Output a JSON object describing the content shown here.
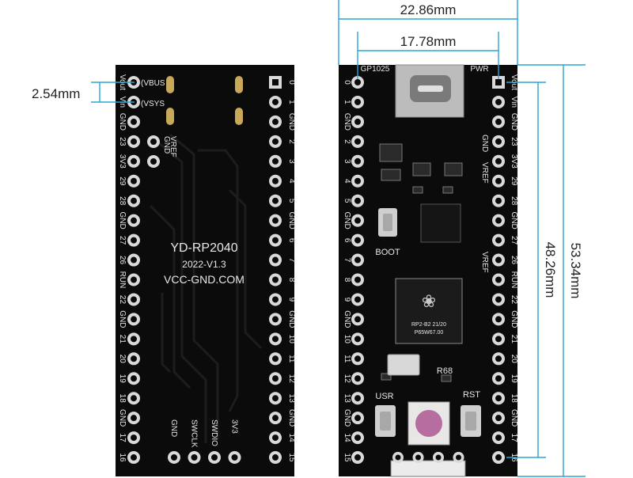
{
  "dimensions": {
    "pin_pitch": "2.54mm",
    "board_width": "22.86mm",
    "row_spacing": "17.78mm",
    "header_length": "48.26mm",
    "board_length": "53.34mm"
  },
  "back": {
    "title": "YD-RP2040",
    "version": "2022-V1.3",
    "website": "VCC-GND.COM",
    "vbus_label": "(VBUS",
    "vsys_label": "(VSYS",
    "left_pins": [
      "Vout",
      "Vin",
      "GND",
      "23",
      "3V3",
      "29",
      "28",
      "GND",
      "27",
      "26",
      "RUN",
      "22",
      "GND",
      "21",
      "20",
      "19",
      "18",
      "GND",
      "17",
      "16"
    ],
    "right_pins": [
      "0",
      "1",
      "GND",
      "2",
      "3",
      "4",
      "5",
      "GND",
      "6",
      "7",
      "8",
      "9",
      "GND",
      "10",
      "11",
      "12",
      "13",
      "GND",
      "14",
      "15"
    ],
    "inner_pins": [
      "GND",
      "VREF"
    ],
    "swd_pins": [
      "GND",
      "SWCLK",
      "SWDIO",
      "3V3"
    ]
  },
  "front": {
    "gpio_label": "GP1025",
    "pwr_label": "PWR",
    "boot_label": "BOOT",
    "usr_label": "USR",
    "rst_label": "RST",
    "r68_label": "R68",
    "chip_line1": "RP2-B2  21/20",
    "chip_line2": "P65W67.00",
    "vref_label": "VREF",
    "gnd_label": "GND",
    "left_pins": [
      "0",
      "1",
      "GND",
      "2",
      "3",
      "4",
      "5",
      "GND",
      "6",
      "7",
      "8",
      "9",
      "GND",
      "10",
      "11",
      "12",
      "13",
      "GND",
      "14",
      "15"
    ],
    "right_pins": [
      "Vout",
      "Vin",
      "GND",
      "23",
      "3V3",
      "29",
      "28",
      "GND",
      "27",
      "26",
      "RUN",
      "22",
      "GND",
      "21",
      "20",
      "19",
      "18",
      "GND",
      "17",
      "16"
    ]
  },
  "colors": {
    "board": "#0b0b0b",
    "pad": "#d9d9d9",
    "silk": "#e8e8e8",
    "dimension_line": "#2aa6d6"
  }
}
